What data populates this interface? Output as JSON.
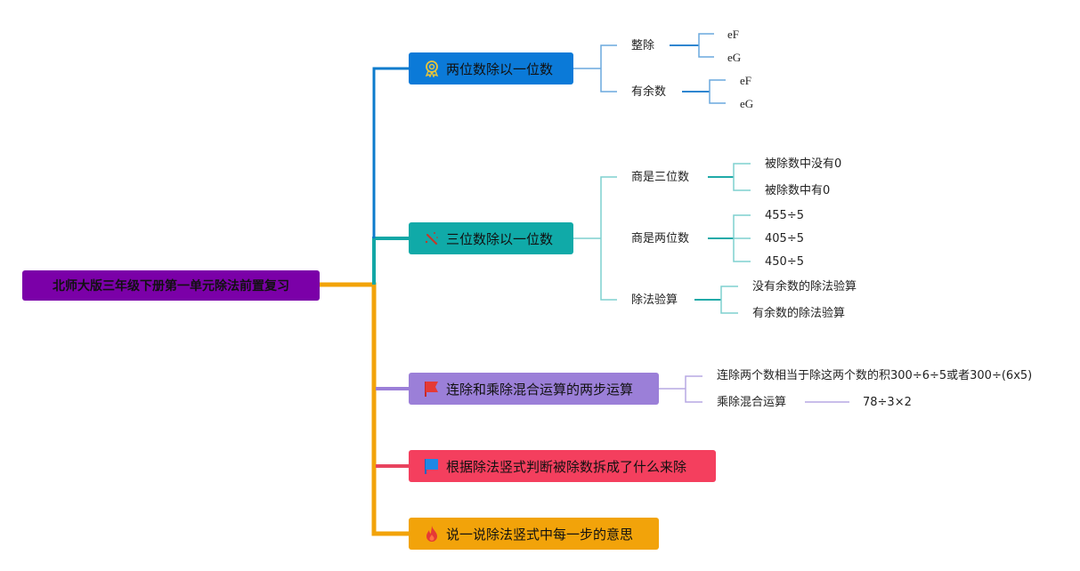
{
  "root": {
    "label": "北师大版三年级下册第一单元除法前置复习",
    "color": "#7b00a8"
  },
  "branches": [
    {
      "label": "两位数除以一位数",
      "icon": "award-icon",
      "color": "#0b7ad8",
      "line": "#0d7bcc",
      "children": [
        {
          "label": "整除",
          "children": [
            "eF",
            "eG"
          ]
        },
        {
          "label": "有余数",
          "children": [
            "eF",
            "eG"
          ]
        }
      ]
    },
    {
      "label": "三位数除以一位数",
      "icon": "magic-wand-icon",
      "color": "#10aaa8",
      "line": "#12a7a6",
      "children": [
        {
          "label": "商是三位数",
          "children": [
            "被除数中没有0",
            "被除数中有0"
          ]
        },
        {
          "label": "商是两位数",
          "children": [
            "455÷5",
            "405÷5",
            "450÷5"
          ]
        },
        {
          "label": "除法验算",
          "children": [
            "没有余数的除法验算",
            "有余数的除法验算"
          ]
        }
      ]
    },
    {
      "label": "连除和乘除混合运算的两步运算",
      "icon": "red-flag-icon",
      "color": "#9b7fd8",
      "line": "#9b7fd8",
      "children": [
        {
          "label": "连除两个数相当于除这两个数的积300÷6÷5或者300÷(6x5)",
          "children": []
        },
        {
          "label": "乘除混合运算",
          "children": [
            "78÷3×2"
          ]
        }
      ]
    },
    {
      "label": "根据除法竖式判断被除数拆成了什么来除",
      "icon": "blue-flag-icon",
      "color": "#f43f5e",
      "line": "#e8435e",
      "children": []
    },
    {
      "label": "说一说除法竖式中每一步的意思",
      "icon": "fire-icon",
      "color": "#f2a30a",
      "line": "#f2a30a",
      "children": []
    }
  ]
}
